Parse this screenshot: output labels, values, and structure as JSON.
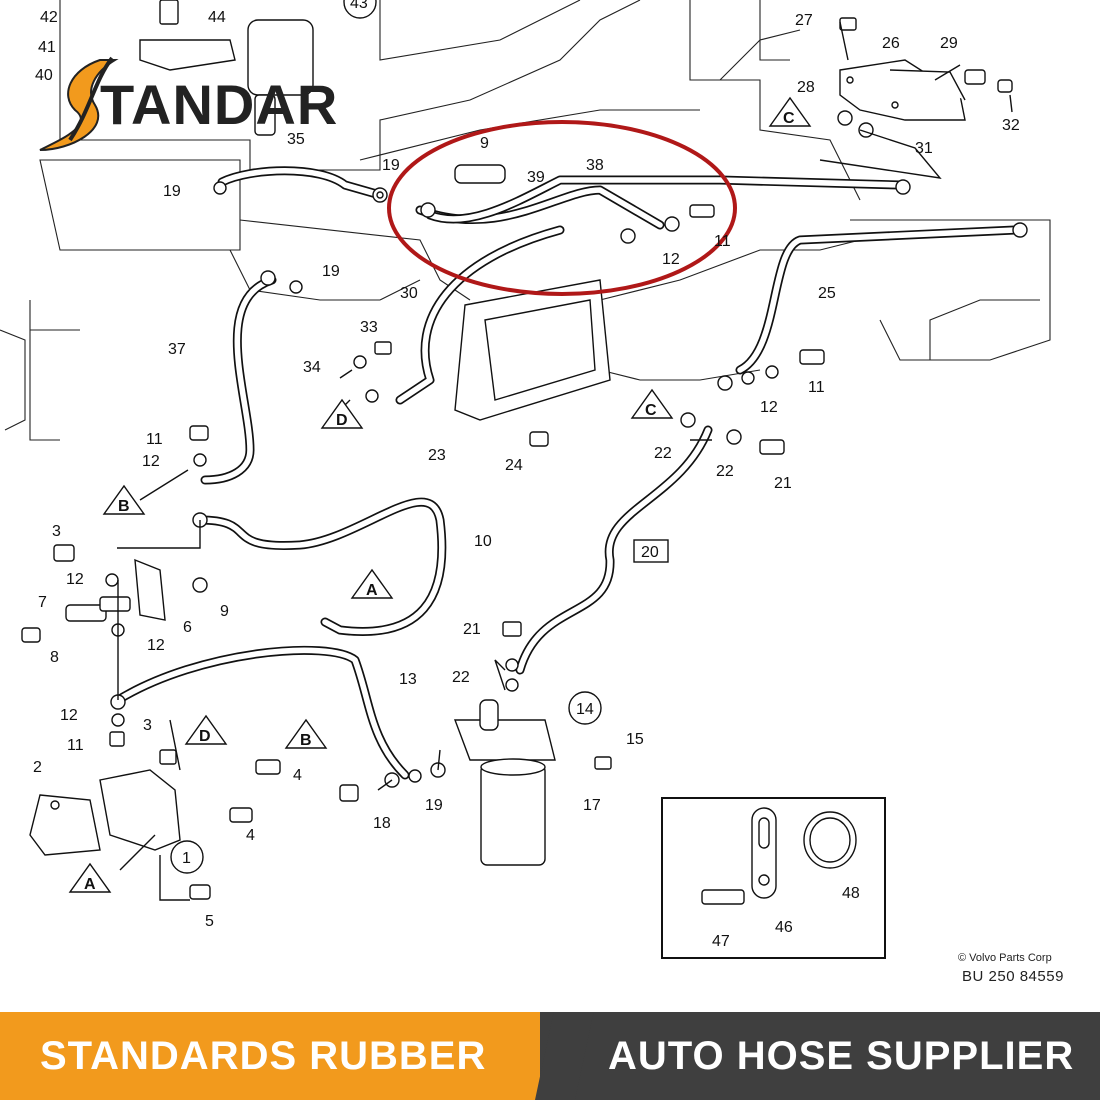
{
  "logo": {
    "text": "TANDAR",
    "mark": "stylized-s-flame-icon"
  },
  "copyright": "© Volvo Parts Corp",
  "drawing_code": "BU 250 84559",
  "banner": {
    "left_text": "STANDARDS RUBBER",
    "right_text": "AUTO HOSE SUPPLIER",
    "left_color": "#f29a1d",
    "right_color": "#3f3f3f"
  },
  "highlight_color": "#b01818",
  "callouts": {
    "c42": "42",
    "c44": "44",
    "c43": "43",
    "c41": "41",
    "c40": "40",
    "c35": "35",
    "c19a": "19",
    "c19b": "19",
    "c19c": "19",
    "c9top": "9",
    "c39": "39",
    "c38": "38",
    "c12a": "12",
    "c11a": "11",
    "c27": "27",
    "c26": "26",
    "c29": "29",
    "c28": "28",
    "c32": "32",
    "c31": "31",
    "c25": "25",
    "c30": "30",
    "c37": "37",
    "c33": "33",
    "c34": "34",
    "c11b": "11",
    "c12b": "12",
    "c23": "23",
    "c24": "24",
    "c22a": "22",
    "c22b": "22",
    "c21a": "21",
    "c11c": "11",
    "c12c": "12",
    "c3a": "3",
    "c10": "10",
    "c20": "20",
    "c12d": "12",
    "c6": "6",
    "c9b": "9",
    "c7": "7",
    "c8": "8",
    "c12e": "12",
    "c13": "13",
    "c21b": "21",
    "c22c": "22",
    "c14": "14",
    "c15": "15",
    "c12f": "12",
    "c3b": "3",
    "c11d": "11",
    "c2": "2",
    "c4a": "4",
    "c4b": "4",
    "c1": "1",
    "c5": "5",
    "c18": "18",
    "c19d": "19",
    "c17": "17",
    "c46": "46",
    "c47": "47",
    "c48": "48"
  },
  "markers": {
    "c_top": "C",
    "c_mid": "C",
    "d_mid": "D",
    "b_left": "B",
    "a_mid": "A",
    "d_bot": "D",
    "b_bot": "B",
    "a_bot": "A"
  }
}
